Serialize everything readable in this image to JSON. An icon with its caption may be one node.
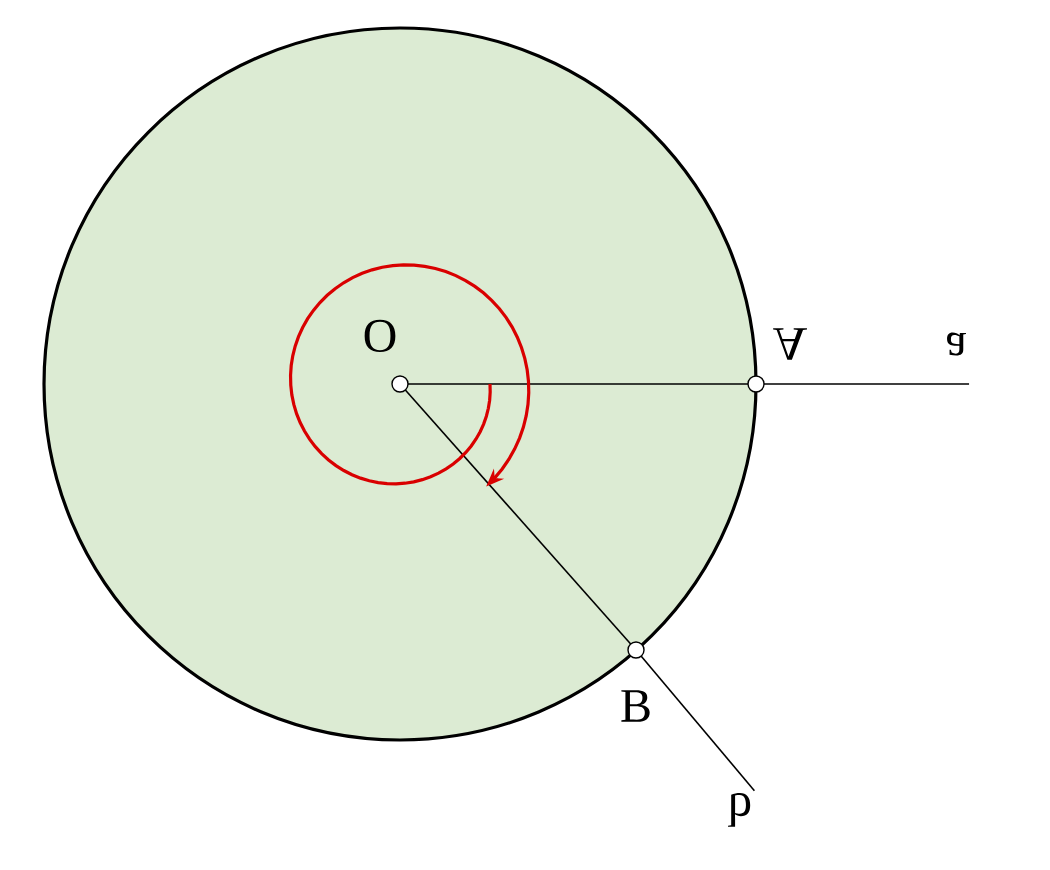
{
  "diagram": {
    "nodes": [
      {
        "text": [],
        "shape": "circle"
      },
      {
        "text": [],
        "shape": "circle",
        "beside": [
          "O"
        ],
        "in": 0
      },
      {
        "text": [],
        "shape": "circle",
        "beside": [
          "A"
        ]
      },
      {
        "text": [],
        "shape": "circle",
        "beside": [
          "B"
        ]
      },
      {
        "text": [
          "a"
        ]
      },
      {
        "text": [
          "b"
        ]
      }
    ],
    "edges": [
      {
        "from": 1,
        "to": 2,
        "arrow": "none"
      },
      {
        "from": 2,
        "to": 4,
        "arrow": "none"
      },
      {
        "from": 1,
        "to": 3,
        "arrow": "none"
      },
      {
        "from": 3,
        "to": 5,
        "arrow": "none"
      }
    ]
  }
}
